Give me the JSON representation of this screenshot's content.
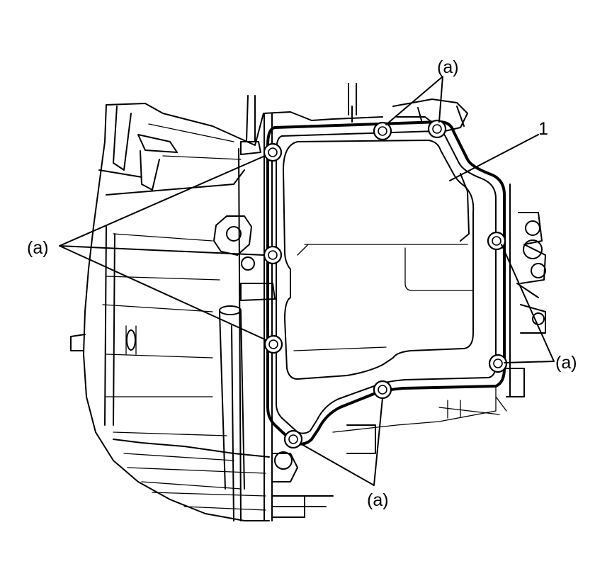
{
  "labels": {
    "bolt_top": "(a)",
    "bolt_left": "(a)",
    "bolt_right": "(a)",
    "bolt_bottom": "(a)",
    "part_number": "1"
  },
  "icons": {
    "transmission": "transmission-housing-icon",
    "oil_pan": "oil-pan-icon",
    "bolt": "bolt-icon"
  },
  "colors": {
    "line": "#000000",
    "background": "#ffffff"
  }
}
